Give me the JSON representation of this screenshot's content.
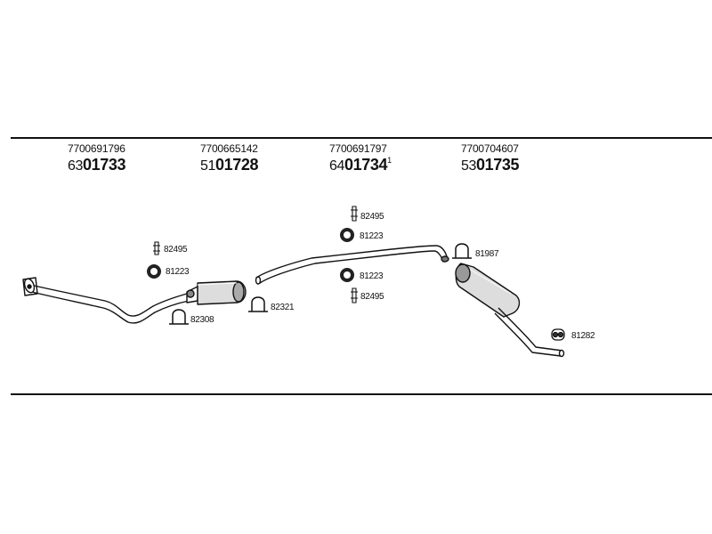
{
  "parts": [
    {
      "oe": "7700691796",
      "prefix": "63",
      "number": "01733",
      "suffix": ""
    },
    {
      "oe": "7700665142",
      "prefix": "51",
      "number": "01728",
      "suffix": ""
    },
    {
      "oe": "7700691797",
      "prefix": "64",
      "number": "01734",
      "suffix": "1"
    },
    {
      "oe": "7700704607",
      "prefix": "53",
      "number": "01735",
      "suffix": ""
    }
  ],
  "fittings": {
    "hanger_a": "82495",
    "ring_a": "81223",
    "clamp_a": "82308",
    "clamp_b": "82321",
    "hanger_b": "82495",
    "ring_b": "81223",
    "ring_c": "81223",
    "hanger_c": "82495",
    "clamp_c": "81987",
    "rubber_mount": "81282"
  }
}
